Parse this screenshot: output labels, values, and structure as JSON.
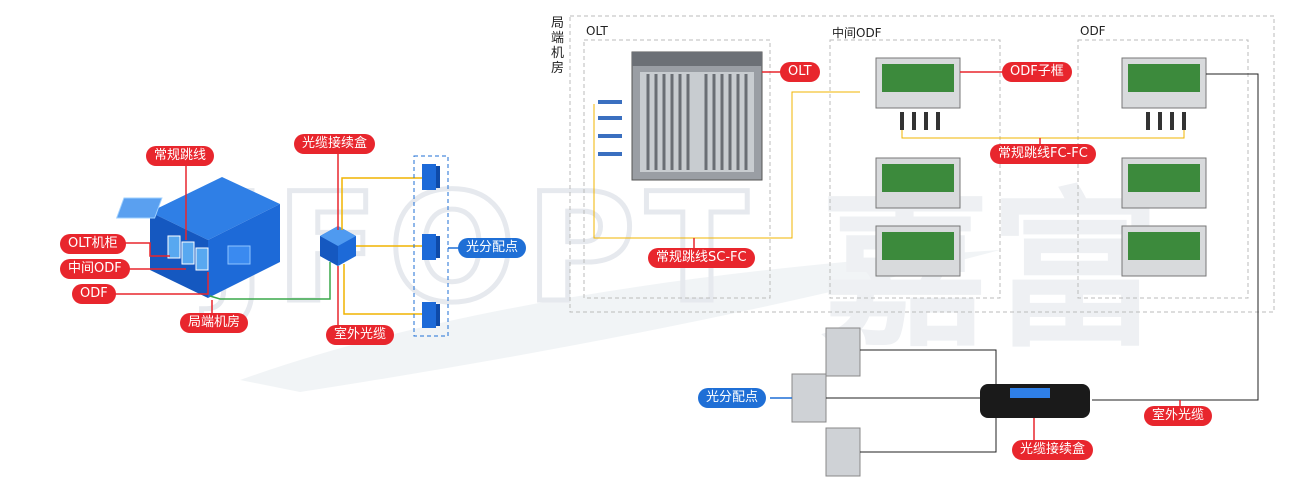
{
  "watermark": {
    "text_left": "JFOPT",
    "text_right": "嘉富"
  },
  "left_diagram": {
    "tags": {
      "patch_cord": "常规跳线",
      "splice_box": "光缆接续盒",
      "olt_cabinet": "OLT机柜",
      "middle_odf": "中间ODF",
      "odf": "ODF",
      "central_office": "局端机房",
      "splitter_point": "光分配点",
      "outdoor_cable": "室外光缆"
    }
  },
  "right_diagram": {
    "office_label": "局端机房",
    "sections": {
      "olt": "OLT",
      "middle_odf": "中间ODF",
      "odf": "ODF"
    },
    "tags": {
      "olt": "OLT",
      "odf_subframe": "ODF子框",
      "patch_fc_fc": "常规跳线FC-FC",
      "patch_sc_fc": "常规跳线SC-FC",
      "splitter_point": "光分配点",
      "splice_box": "光缆接续盒",
      "outdoor_cable": "室外光缆"
    }
  },
  "colors": {
    "tag_red": "#e8262d",
    "tag_blue": "#1f6fd6",
    "fiber_yellow": "#f0b400",
    "fiber_green": "#3aa84a",
    "cable_black": "#222222"
  }
}
